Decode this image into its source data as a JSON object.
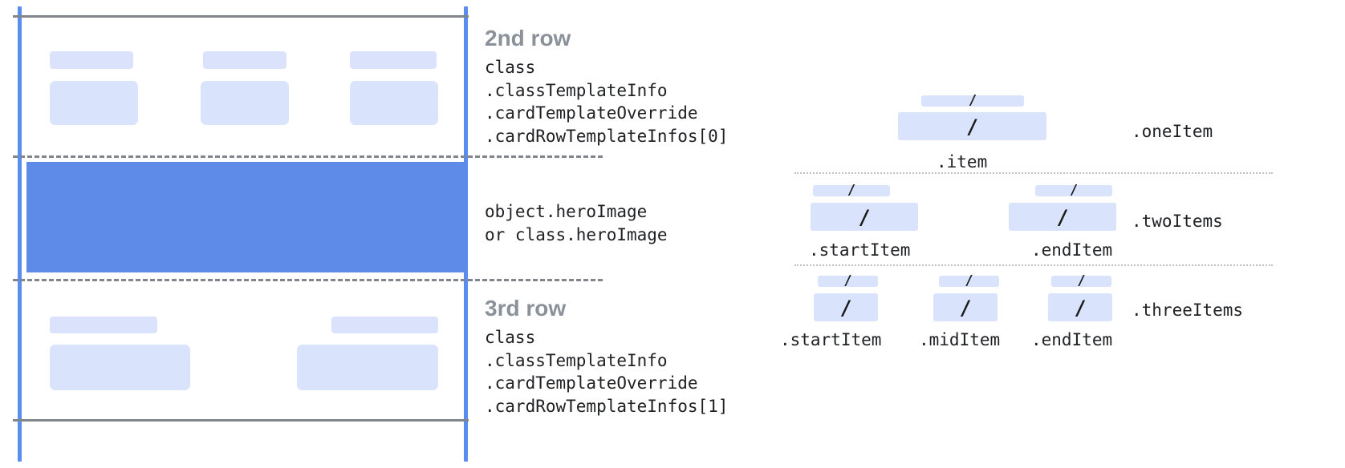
{
  "card_mock": {
    "rows": [
      {
        "title": "2nd row",
        "code_lines": [
          "class",
          ".classTemplateInfo",
          ".cardTemplateOverride",
          ".cardRowTemplateInfos[0]"
        ]
      },
      {
        "title": "",
        "code_lines": [
          "object.heroImage",
          "or class.heroImage"
        ]
      },
      {
        "title": "3rd row",
        "code_lines": [
          "class",
          ".classTemplateInfo",
          ".cardTemplateOverride",
          ".cardRowTemplateInfos[1]"
        ]
      }
    ],
    "placeholder_glyph": "",
    "colors": {
      "guide_line": "#5b8dee",
      "divider": "#80868b",
      "chip": "#d9e3fb",
      "hero": "#5e8ae8",
      "row_title": "#8b9199"
    }
  },
  "item_diagram": {
    "groups": [
      {
        "name": ".oneItem",
        "slash": "/",
        "items": [
          {
            "caption": ".item"
          }
        ]
      },
      {
        "name": ".twoItems",
        "slash": "/",
        "items": [
          {
            "caption": ".startItem"
          },
          {
            "caption": ".endItem"
          }
        ]
      },
      {
        "name": ".threeItems",
        "slash": "/",
        "items": [
          {
            "caption": ".startItem"
          },
          {
            "caption": ".midItem"
          },
          {
            "caption": ".endItem"
          }
        ]
      }
    ],
    "colors": {
      "box": "#d9e3fb",
      "separator": "#bdc1c6",
      "text": "#202124"
    }
  }
}
